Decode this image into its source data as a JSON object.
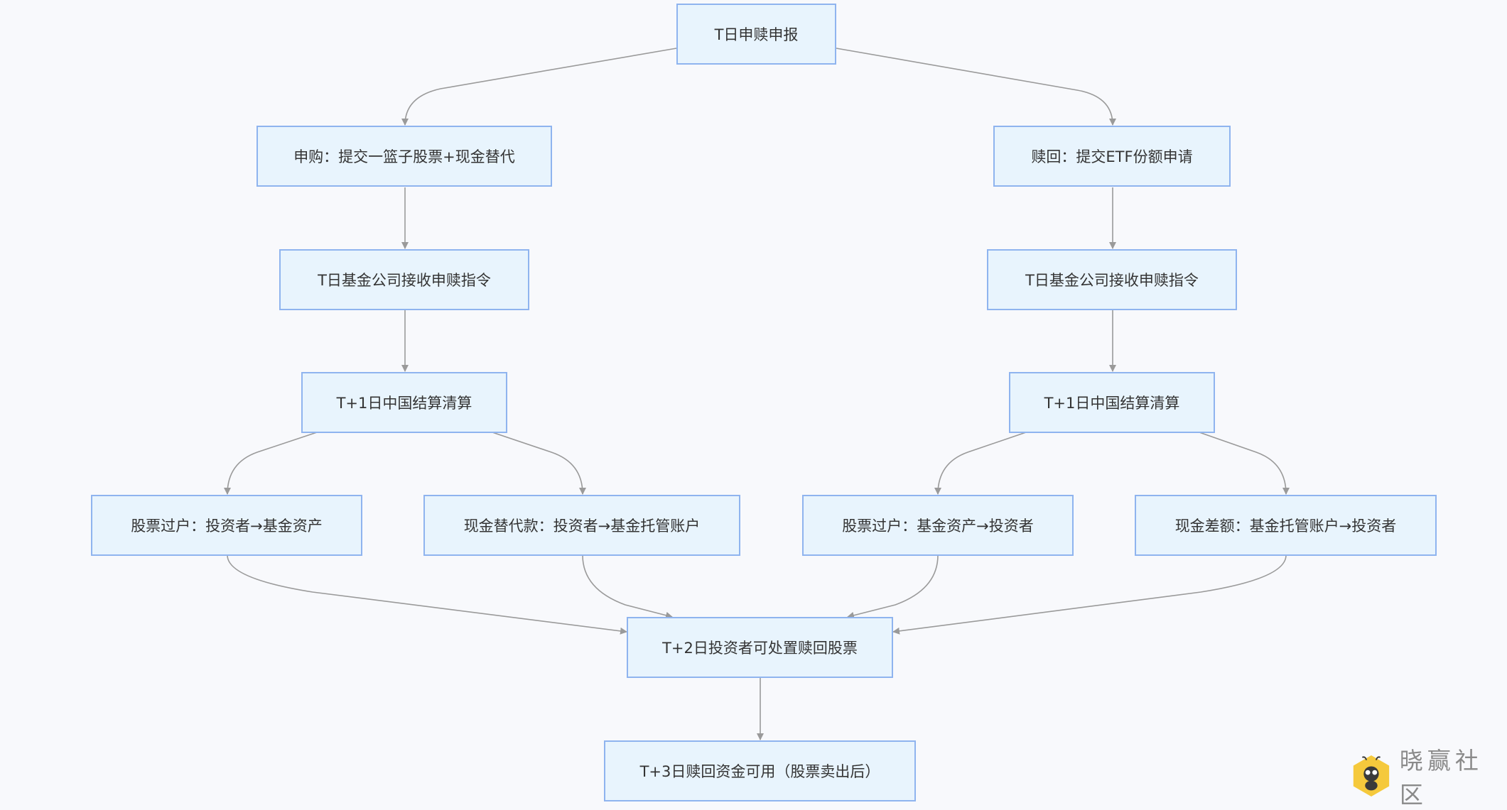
{
  "nodes": {
    "root": "T日申赎申报",
    "sub_submit": "申购：提交一篮子股票+现金替代",
    "red_submit": "赎回：提交ETF份额申请",
    "sub_receive": "T日基金公司接收申赎指令",
    "red_receive": "T日基金公司接收申赎指令",
    "sub_clear": "T+1日中国结算清算",
    "red_clear": "T+1日中国结算清算",
    "sub_stock": "股票过户：投资者→基金资产",
    "sub_cash": "现金替代款：投资者→基金托管账户",
    "red_stock": "股票过户：基金资产→投资者",
    "red_cash": "现金差额：基金托管账户→投资者",
    "t2": "T+2日投资者可处置赎回股票",
    "t3": "T+3日赎回资金可用（股票卖出后）"
  },
  "watermark": {
    "text": "晓赢社区"
  },
  "colors": {
    "node_fill": "#e8f4fd",
    "node_border": "#8fb4ef",
    "edge": "#9a9a9a",
    "background": "#f8f9fc"
  }
}
